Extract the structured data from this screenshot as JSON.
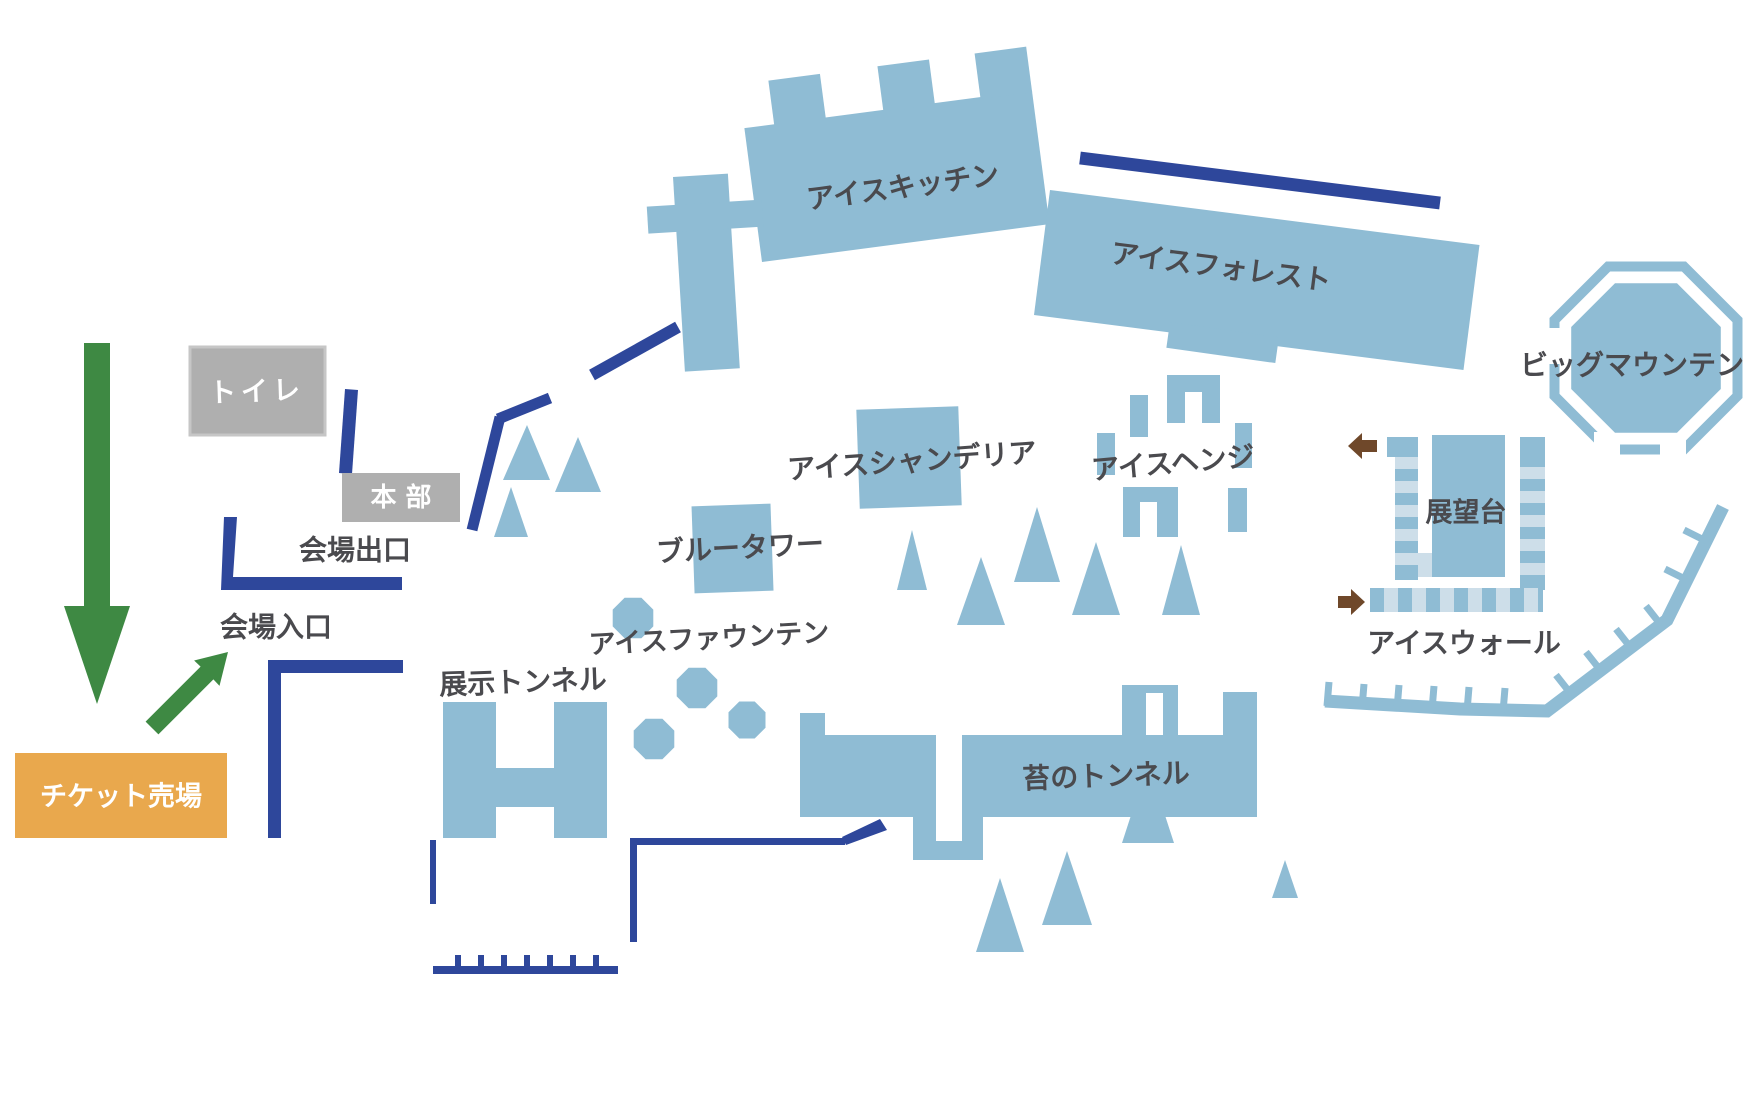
{
  "map": {
    "title": "ice-festival-venue-map",
    "colors": {
      "background": "#FFFFFF",
      "structure_blue": "#8FBCD4",
      "structure_pale": "#CDDEE9",
      "path_navy": "#2E479B",
      "arrow_green": "#3E8943",
      "ticket_orange": "#E9A84D",
      "facility_gray": "#AFAFAF",
      "label_gray": "#4A4A4E",
      "arrow_brown": "#6F482A",
      "text_white": "#FFFFFF"
    },
    "labels": {
      "ice_kitchen": "アイスキッチン",
      "ice_forest": "アイスフォレスト",
      "big_mountain": "ビッグマウンテン",
      "ice_chandelier": "アイスシャンデリア",
      "ice_henge": "アイスヘンジ",
      "blue_tower": "ブルータワー",
      "observatory": "展望台",
      "ice_wall": "アイスウォール",
      "ice_fountain": "アイスファウンテン",
      "exhibit_tunnel": "展示トンネル",
      "moss_tunnel": "苔のトンネル",
      "venue_exit": "会場出口",
      "venue_entrance": "会場入口",
      "toilet": "トイレ",
      "headquarters": "本 部",
      "ticket_office": "チケット売場"
    }
  }
}
